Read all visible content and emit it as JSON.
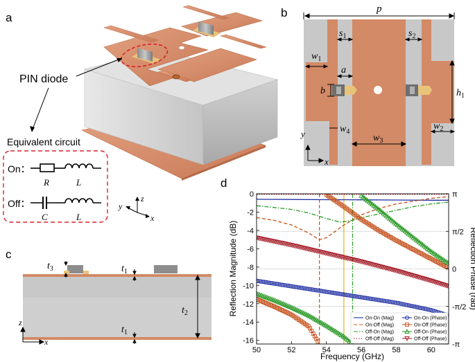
{
  "panels": {
    "a": "a",
    "b": "b",
    "c": "c",
    "d": "d"
  },
  "panel_a": {
    "pin_label": "PIN diode",
    "eq_title": "Equivalent circuit",
    "on_label": "On：",
    "off_label": "Off：",
    "R": "R",
    "L": "L",
    "C": "C",
    "axes": {
      "x": "x",
      "y": "y",
      "z": "z"
    }
  },
  "panel_b": {
    "p": "p",
    "s1": "s",
    "s1_sub": "1",
    "s2": "s",
    "s2_sub": "2",
    "w1": "w",
    "w1_sub": "1",
    "a": "a",
    "b": "b",
    "h1": "h",
    "h1_sub": "1",
    "w4": "w",
    "w4_sub": "4",
    "w3": "w",
    "w3_sub": "3",
    "w2": "w",
    "w2_sub": "2",
    "y": "y",
    "x": "x"
  },
  "panel_c": {
    "t3": "t",
    "t3_sub": "3",
    "t1a": "t",
    "t1a_sub": "1",
    "t2": "t",
    "t2_sub": "2",
    "t1b": "t",
    "t1b_sub": "1",
    "z": "z",
    "x": "x"
  },
  "chart_data": {
    "type": "line",
    "xlabel": "Frequency (GHz)",
    "ylabel": "Reflection Magnitude (dB)",
    "ylabel_right": "Reflection Phase (rad)",
    "xlim": [
      50,
      61
    ],
    "ylim": [
      -16.4,
      0
    ],
    "xticks": [
      "50",
      "52",
      "54",
      "56",
      "58",
      "60"
    ],
    "yticks": [
      "0",
      "-2",
      "-4",
      "-6",
      "-8",
      "-10",
      "-12",
      "-14",
      "-16"
    ],
    "y2ticks": [
      "π",
      "π/2",
      "0",
      "-π/2",
      "-π"
    ],
    "colors": {
      "on_on": "#1f2ea3",
      "on_off": "#c4501a",
      "off_on": "#2c9a28",
      "off_off": "#a51e2a",
      "marker": "#e8b21a"
    },
    "series": [
      {
        "name": "On-On (Mag)",
        "x": [
          50,
          52,
          54,
          56,
          58,
          60,
          61
        ],
        "y": [
          -0.6,
          -0.62,
          -0.64,
          -0.66,
          -0.68,
          -0.7,
          -0.7
        ]
      },
      {
        "name": "On-Off (Mag)",
        "x": [
          50,
          51,
          52,
          53,
          53.6,
          54,
          54.5,
          55,
          56,
          57,
          58,
          59,
          60,
          61
        ],
        "y": [
          -2.6,
          -2.9,
          -3.4,
          -4.3,
          -5.0,
          -4.8,
          -4.1,
          -3.4,
          -2.3,
          -1.6,
          -1.1,
          -0.8,
          -0.5,
          -0.3
        ]
      },
      {
        "name": "Off-On (Mag)",
        "x": [
          50,
          51,
          52,
          53,
          54,
          54.8,
          55.5,
          56,
          57,
          58,
          59,
          60,
          61
        ],
        "y": [
          -1.3,
          -1.5,
          -1.7,
          -2.1,
          -2.7,
          -3.1,
          -2.9,
          -2.6,
          -2.2,
          -1.8,
          -1.4,
          -1.1,
          -0.9
        ]
      },
      {
        "name": "Off-Off (Mag)",
        "x": [
          50,
          52,
          54,
          56,
          58,
          60,
          61
        ],
        "y": [
          -0.05,
          -0.05,
          -0.05,
          -0.05,
          -0.05,
          -0.05,
          -0.05
        ]
      },
      {
        "name": "On-On (Phase)",
        "x": [
          50,
          52,
          54,
          56,
          58,
          60,
          61
        ],
        "y": [
          -9.5,
          -10.1,
          -10.7,
          -11.3,
          -11.9,
          -12.7,
          -13.3
        ]
      },
      {
        "name": "On-Off (Phase)",
        "x": [
          50,
          51,
          52,
          53,
          53.6,
          54,
          55,
          56,
          57,
          58,
          59,
          60,
          61
        ],
        "y": [
          -11.5,
          -12.3,
          -13.2,
          -14.5,
          -16.4,
          -0.1,
          -1.4,
          -2.8,
          -4.0,
          -5.1,
          -6.1,
          -7.1,
          -8.1
        ]
      },
      {
        "name": "Off-On (Phase)",
        "x": [
          50,
          51,
          52,
          53,
          54,
          55,
          55.5,
          56,
          57,
          58,
          59,
          60,
          61
        ],
        "y": [
          -10.9,
          -11.6,
          -12.4,
          -13.3,
          -14.4,
          -15.6,
          -16.4,
          -0.2,
          -1.7,
          -3.3,
          -4.8,
          -6.3,
          -7.6
        ]
      },
      {
        "name": "Off-Off (Phase)",
        "x": [
          50,
          52,
          54,
          56,
          58,
          60,
          61
        ],
        "y": [
          -4.8,
          -5.6,
          -6.5,
          -7.4,
          -8.4,
          -9.5,
          -10.1
        ]
      }
    ],
    "legend": {
      "position": "bottom-right"
    },
    "vlines": [
      {
        "x": 53.6,
        "series": "on_off"
      },
      {
        "x": 55.5,
        "series": "off_on"
      },
      {
        "x": 55.0,
        "series": "marker"
      }
    ]
  }
}
